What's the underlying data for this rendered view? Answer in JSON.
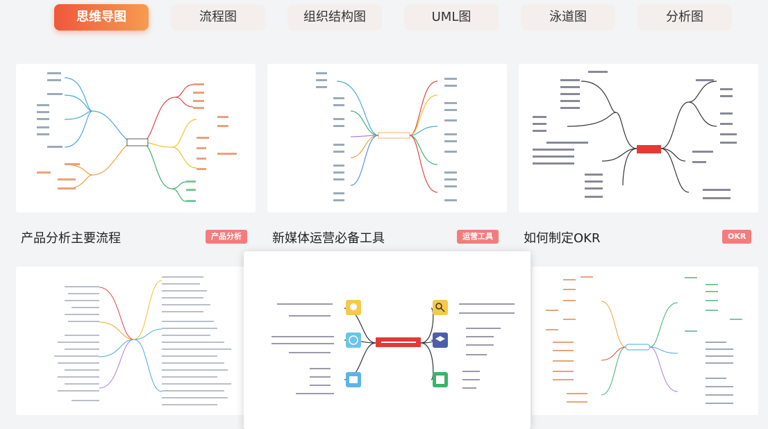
{
  "tabs": [
    {
      "label": "思维导图",
      "active": true
    },
    {
      "label": "流程图",
      "active": false
    },
    {
      "label": "组织结构图",
      "active": false
    },
    {
      "label": "UML图",
      "active": false
    },
    {
      "label": "泳道图",
      "active": false
    },
    {
      "label": "分析图",
      "active": false
    }
  ],
  "templates": [
    {
      "title": "产品分析主要流程",
      "tag": "产品分析"
    },
    {
      "title": "新媒体运营必备工具",
      "tag": "运营工具"
    },
    {
      "title": "如何制定OKR",
      "tag": "OKR"
    }
  ],
  "colors": {
    "accent_start": "#f0573b",
    "accent_end": "#f59c50",
    "badge": "#f47c7c",
    "root": "#e53935"
  }
}
